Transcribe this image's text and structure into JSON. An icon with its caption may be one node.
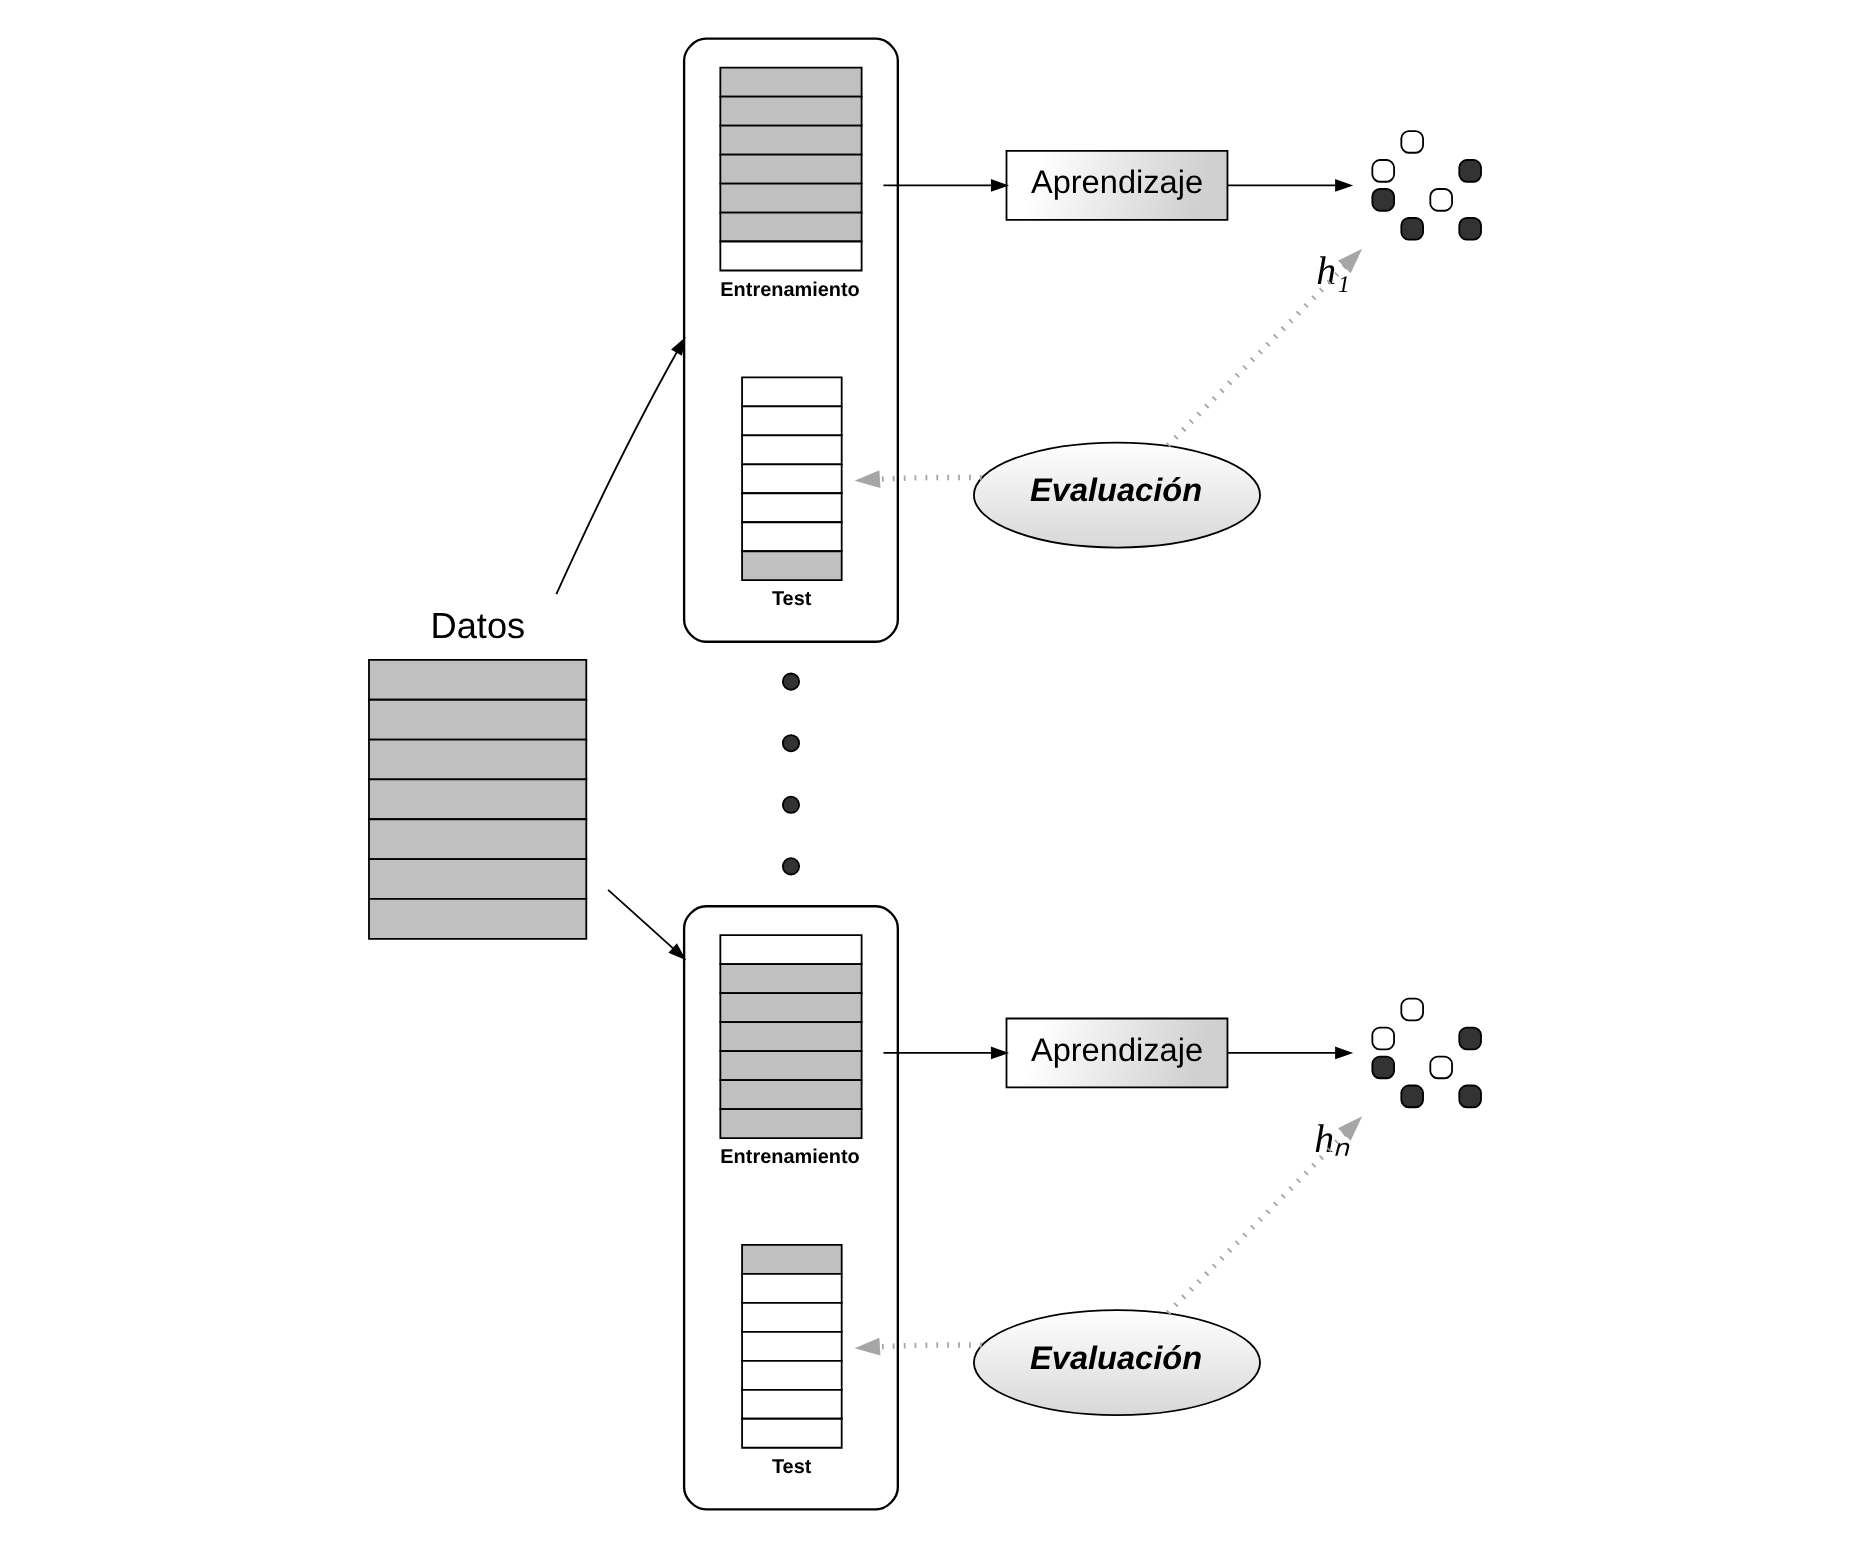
{
  "diagram": {
    "nodes": [
      {
        "text": [
          "Datos"
        ]
      },
      {
        "text": [],
        "shape": "brace"
      },
      {
        "text": [
          "Entrenamiento"
        ],
        "in": 1
      },
      {
        "text": [
          "Test"
        ],
        "in": 1
      },
      {
        "text": [
          "Aprendizaje"
        ]
      },
      {
        "text": [],
        "shape": "tree",
        "beside": [
          "h₁"
        ]
      },
      {
        "text": [
          "Evaluación"
        ]
      },
      {
        "text": [],
        "shape": "dot"
      },
      {
        "text": [],
        "shape": "dot"
      },
      {
        "text": [],
        "shape": "dot"
      },
      {
        "text": [],
        "shape": "dot"
      },
      {
        "text": [],
        "shape": "brace"
      },
      {
        "text": [
          "Entrenamiento"
        ],
        "in": 11
      },
      {
        "text": [
          "Test"
        ],
        "in": 11
      },
      {
        "text": [
          "Aprendizaje"
        ]
      },
      {
        "text": [],
        "shape": "tree",
        "beside": [
          "hₙ"
        ]
      },
      {
        "text": [
          "Evaluación"
        ]
      }
    ],
    "edges": [
      {
        "from": 0,
        "to": 1,
        "arrow": "to"
      },
      {
        "from": 2,
        "to": 4,
        "arrow": "to"
      },
      {
        "from": 4,
        "to": 5,
        "arrow": "to"
      },
      {
        "from": 6,
        "to": 5,
        "arrow": "to",
        "style": "dashed",
        "color": "#a6a6a6"
      },
      {
        "from": 6,
        "to": 3,
        "arrow": "to",
        "style": "dashed",
        "color": "#a6a6a6"
      },
      {
        "from": 0,
        "to": 11,
        "arrow": "to"
      },
      {
        "from": 12,
        "to": 14,
        "arrow": "to"
      },
      {
        "from": 14,
        "to": 15,
        "arrow": "to"
      },
      {
        "from": 16,
        "to": 15,
        "arrow": "to",
        "style": "dashed",
        "color": "#a6a6a6"
      },
      {
        "from": 16,
        "to": 13,
        "arrow": "to",
        "style": "dashed",
        "color": "#a6a6a6"
      }
    ]
  }
}
